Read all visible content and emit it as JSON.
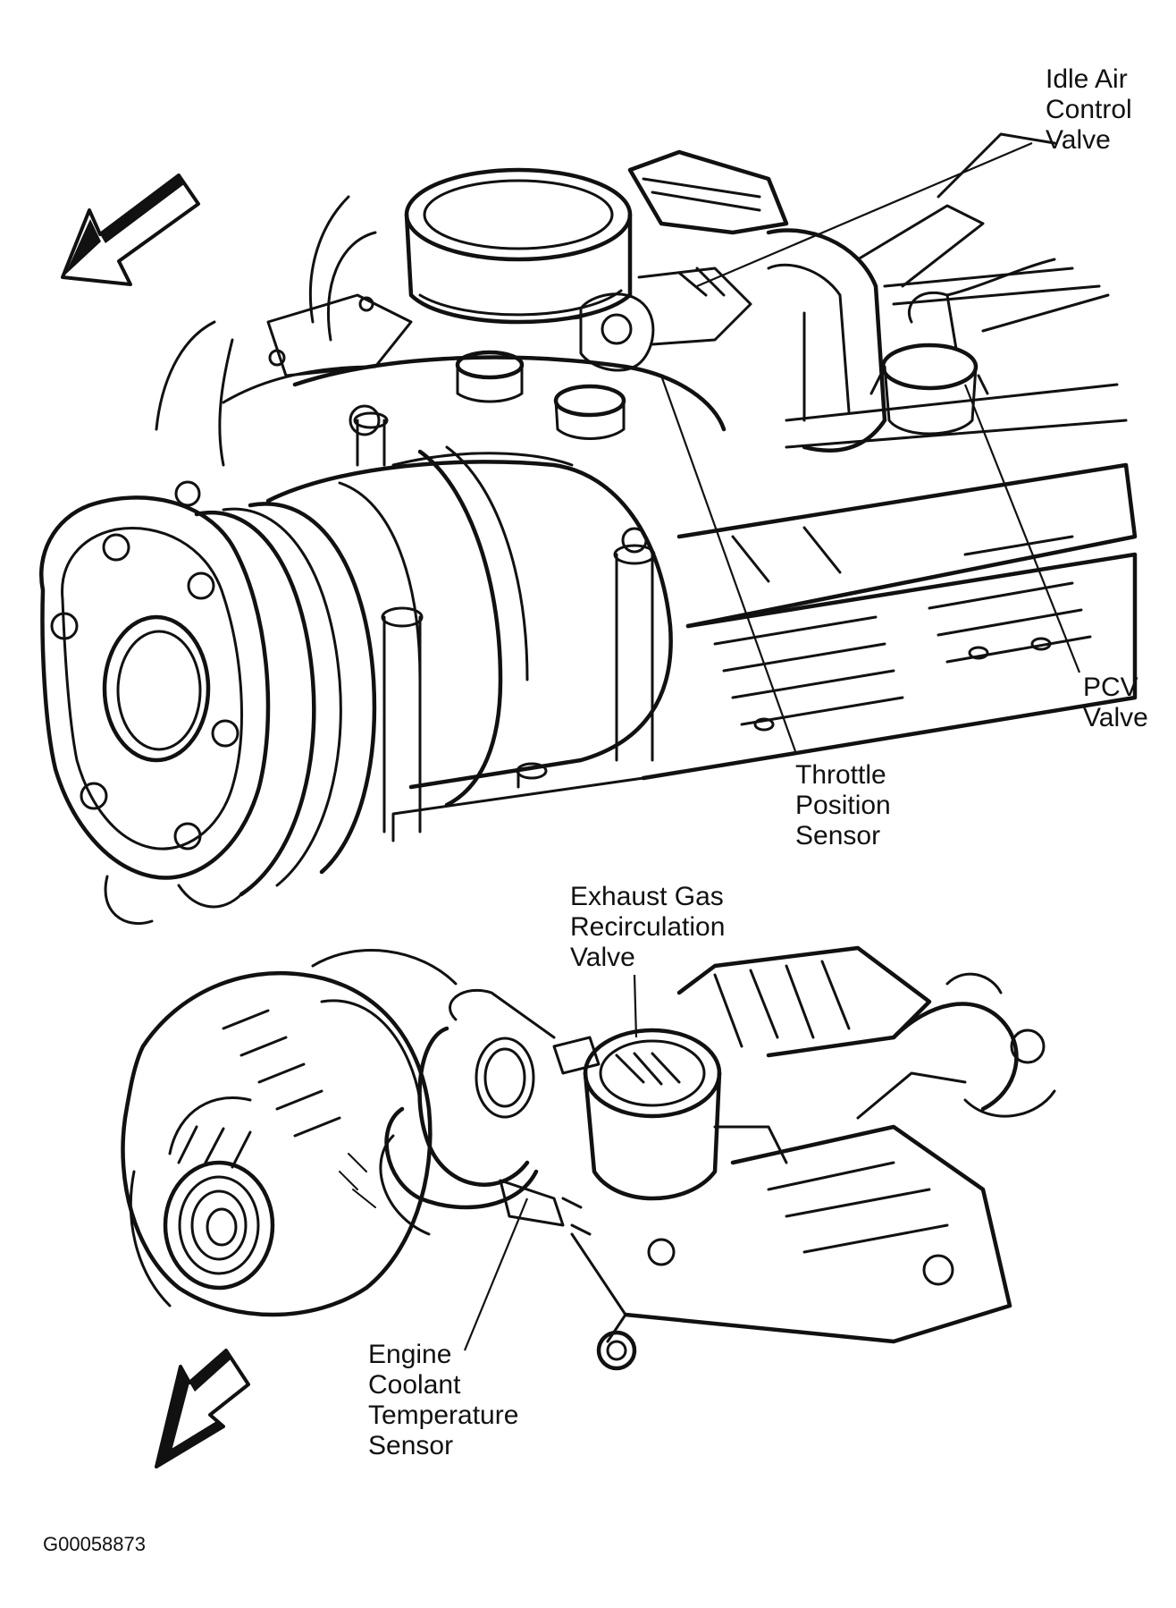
{
  "labels": {
    "idle_air": [
      "Idle Air",
      "Control",
      "Valve"
    ],
    "pcv": [
      "PCV",
      "Valve"
    ],
    "throttle": [
      "Throttle",
      "Position",
      "Sensor"
    ],
    "egr": [
      "Exhaust Gas",
      "Recirculation",
      "Valve"
    ],
    "ect": [
      "Engine",
      "Coolant",
      "Temperature",
      "Sensor"
    ]
  },
  "figure_id": "G00058873",
  "ink_color": "#111111"
}
